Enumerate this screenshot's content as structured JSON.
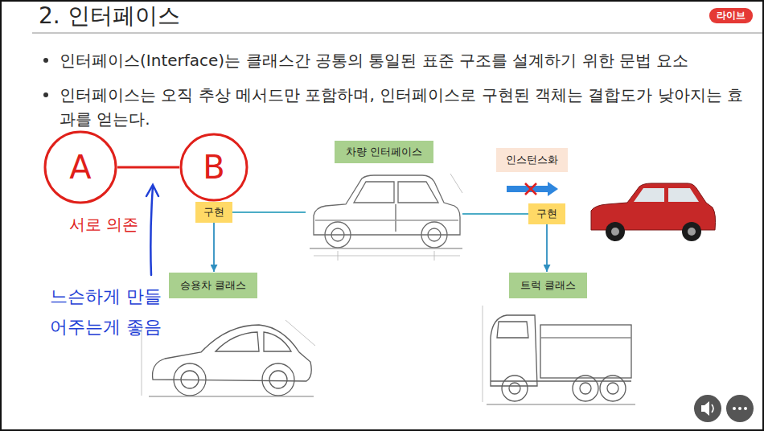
{
  "diagram": {
    "title": "2. 인터페이스",
    "nodes": [
      {
        "text": [
          "라이브"
        ]
      },
      {
        "text": [
          "A"
        ]
      },
      {
        "text": [
          "B"
        ]
      },
      {
        "text": [
          "차량 인터페이스"
        ]
      },
      {
        "text": [
          "인스턴스화"
        ]
      },
      {
        "text": [
          "구현"
        ]
      },
      {
        "text": [
          "구현"
        ]
      },
      {
        "text": [
          "승용차 클래스"
        ]
      },
      {
        "text": [
          "트럭 클래스"
        ]
      }
    ],
    "edges": [
      {
        "from": 1,
        "to": 2,
        "arrow": "none"
      },
      {
        "from": 5,
        "to": 3,
        "arrow": "none"
      },
      {
        "from": 3,
        "to": 6,
        "arrow": "none"
      },
      {
        "from": 5,
        "to": 7,
        "arrow": "to"
      },
      {
        "from": 6,
        "to": 8,
        "arrow": "to"
      }
    ],
    "labels": [
      "인터페이스(Interface)는 클래스간 공통의 통일된 표준 구조를 설계하기 위한 문법 요소",
      "인터페이스는 오직 추상 메서드만 포함하며, 인터페이스로 구현된 객체는 결합도가 낮아지는 효과를 얻는다.",
      "서로 의존",
      "느슨하게 만들어주는게 좋음"
    ]
  }
}
